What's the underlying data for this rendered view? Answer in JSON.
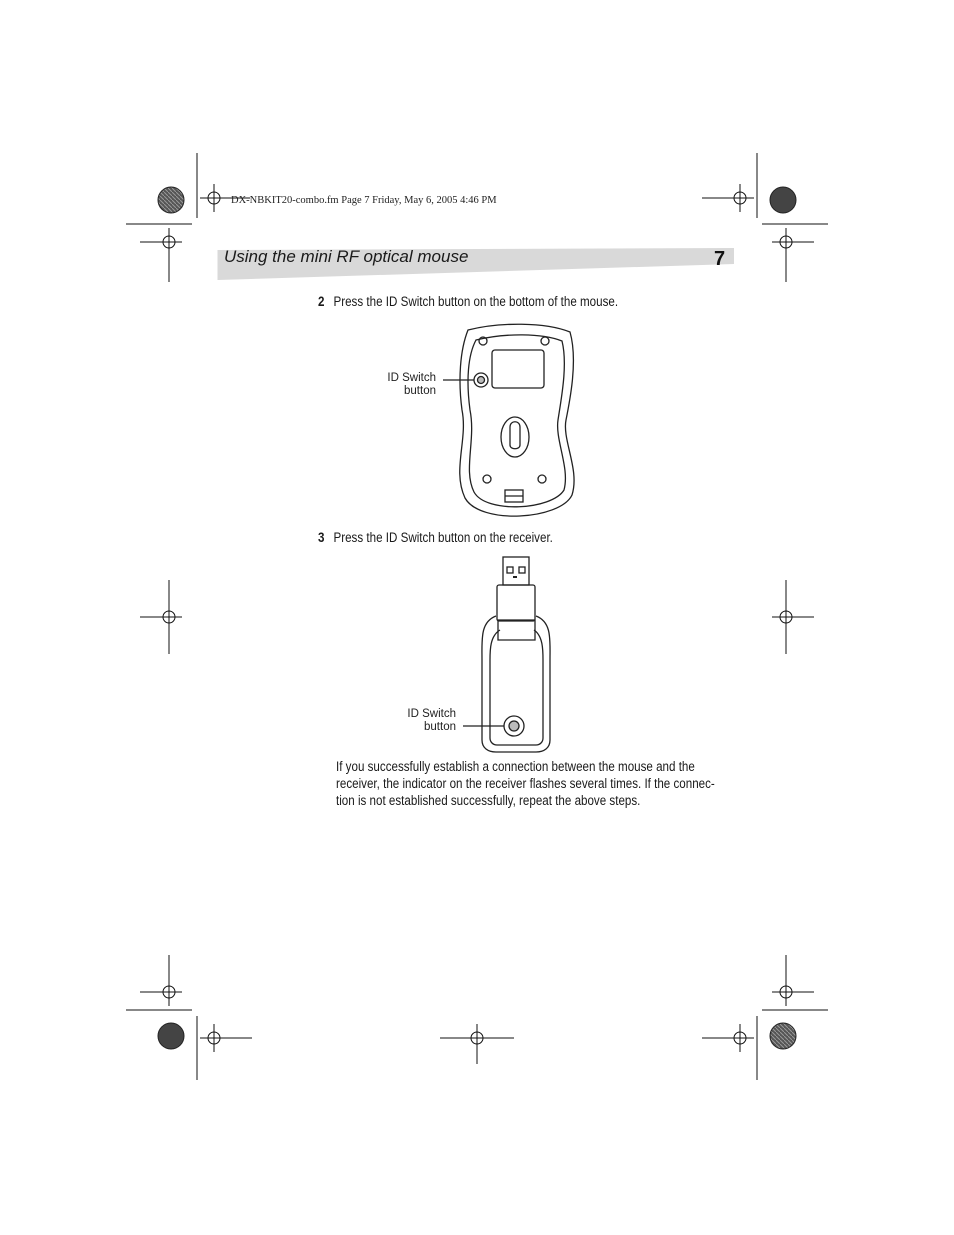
{
  "slug": "DX-NBKIT20-combo.fm  Page 7  Friday, May 6, 2005  4:46 PM",
  "header": {
    "title": "Using the mini RF optical mouse",
    "page_number": "7"
  },
  "steps": [
    {
      "number": "2",
      "text": "Press the ID Switch button on the bottom of the mouse."
    },
    {
      "number": "3",
      "text": "Press the ID Switch button on the receiver."
    }
  ],
  "figures": {
    "mouse": {
      "callout_line1": "ID Switch",
      "callout_line2": "button"
    },
    "receiver": {
      "callout_line1": "ID Switch",
      "callout_line2": "button"
    }
  },
  "paragraph": {
    "line1": "If you successfully establish a connection between the mouse and the",
    "line2": "receiver, the indicator on the receiver flashes several times. If the connec-",
    "line3": "tion is not established successfully, repeat the above steps."
  },
  "colors": {
    "header_band": "#d9d9d9",
    "ink": "#1a1a1a"
  }
}
